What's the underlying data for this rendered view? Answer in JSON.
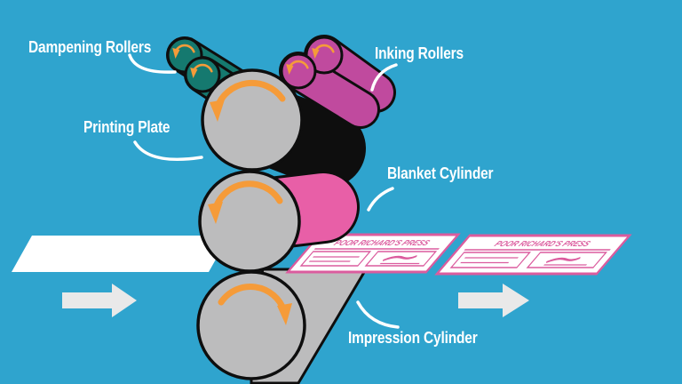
{
  "diagram": {
    "type": "offset-printing-press",
    "background_color": "#2fa4ce",
    "labels": {
      "dampening_rollers": "Dampening Rollers",
      "inking_rollers": "Inking Rollers",
      "printing_plate": "Printing Plate",
      "blanket_cylinder": "Blanket Cylinder",
      "impression_cylinder": "Impression Cylinder"
    },
    "printed_sheet_text": "POOR RICHARD'S PRESS",
    "colors": {
      "dampening_teal": "#15796f",
      "inking_pink": "#c04a9e",
      "blanket_pink": "#e85fa7",
      "cylinder_gray": "#bcbcbd",
      "rotation_arrow_orange": "#f59b39",
      "sheet_print_pink": "#db5c9e",
      "paper_white": "#ffffff",
      "flow_arrow_gray": "#e9e9e9",
      "outline_black": "#0e0e0e",
      "label_text_white": "#ffffff"
    }
  }
}
